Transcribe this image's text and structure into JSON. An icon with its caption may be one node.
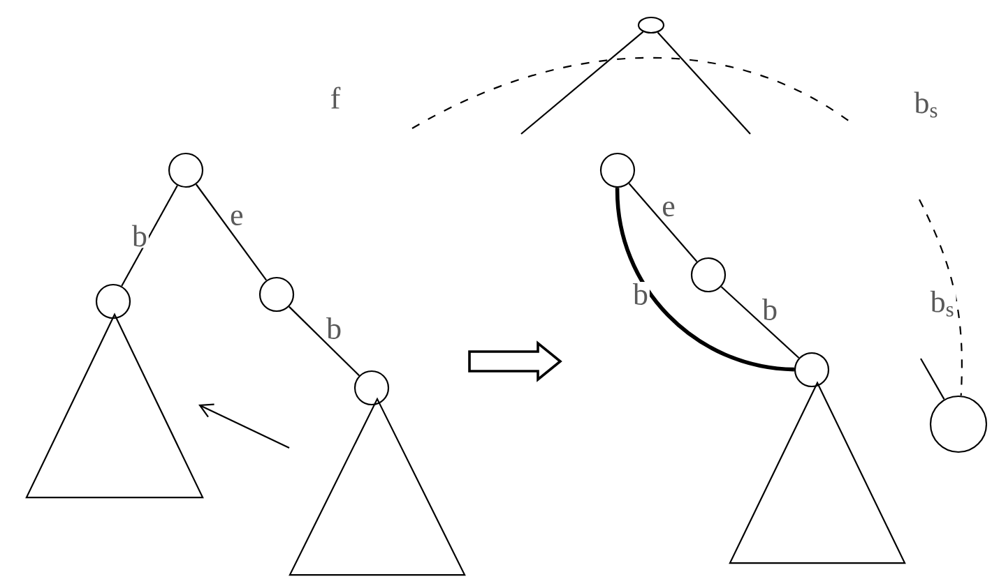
{
  "diagram": {
    "nodes": [
      {
        "text": [],
        "shape": "circle"
      },
      {
        "text": [],
        "shape": "circle"
      },
      {
        "text": [],
        "shape": "circle"
      },
      {
        "text": [],
        "shape": "circle"
      },
      {
        "text": [],
        "shape": "triangle"
      },
      {
        "text": [],
        "shape": "triangle"
      },
      {
        "text": [],
        "shape": "circle"
      },
      {
        "text": [],
        "shape": "circle"
      },
      {
        "text": [],
        "shape": "circle"
      },
      {
        "text": [],
        "shape": "circle"
      },
      {
        "text": [],
        "shape": "triangle"
      },
      {
        "text": [],
        "shape": "circle"
      }
    ],
    "edges": [
      {
        "from": 0,
        "to": 1,
        "arrow": "none",
        "label": "b"
      },
      {
        "from": 0,
        "to": 2,
        "arrow": "none",
        "label": "e"
      },
      {
        "from": 2,
        "to": 3,
        "arrow": "none",
        "label": "b"
      },
      {
        "from": 6,
        "to": null,
        "arrow": "none"
      },
      {
        "from": 6,
        "to": null,
        "arrow": "none"
      },
      {
        "from": 7,
        "to": 8,
        "arrow": "none",
        "label": "e"
      },
      {
        "from": 8,
        "to": 9,
        "arrow": "none",
        "label": "b"
      },
      {
        "from": 7,
        "to": 9,
        "arrow": "none",
        "label": "b",
        "style": "thick"
      },
      {
        "from": null,
        "to": 11,
        "arrow": "none",
        "label": "b$_{s}$",
        "style": "dashed"
      },
      {
        "from": null,
        "to": 11,
        "arrow": "none"
      }
    ],
    "labels": [
      "f",
      "b$_{s}$"
    ]
  }
}
